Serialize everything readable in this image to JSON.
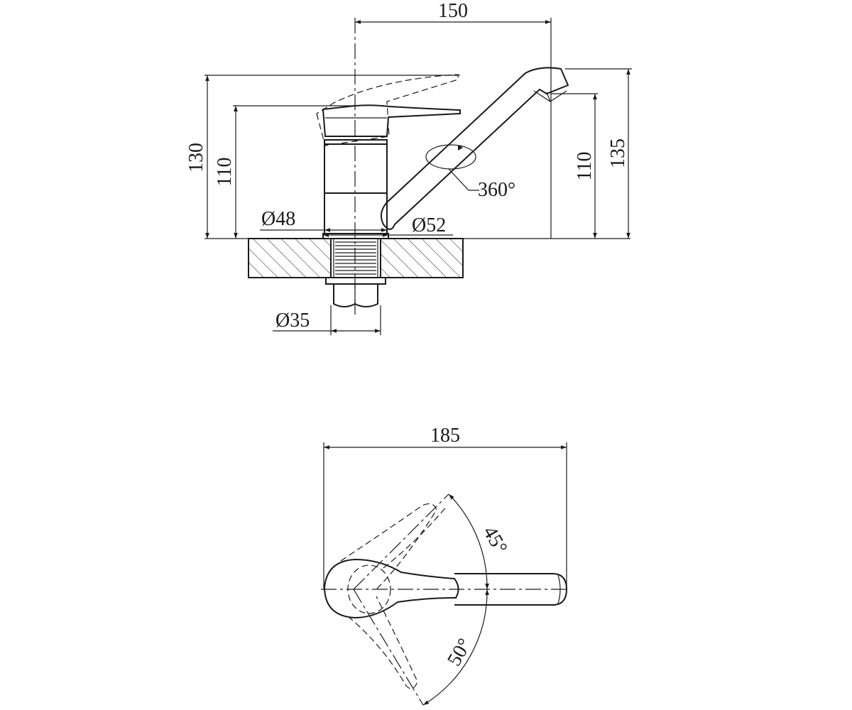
{
  "dimensions": {
    "reach": "150",
    "total_height_left": "130",
    "handle_height_left": "110",
    "spout_height_right": "110",
    "total_height_right": "135",
    "body_diameter": "Ø48",
    "base_diameter": "Ø52",
    "shank_diameter": "Ø35",
    "swivel_angle": "360°",
    "top_width": "185",
    "handle_angle_left": "45°",
    "handle_angle_right": "50°"
  }
}
